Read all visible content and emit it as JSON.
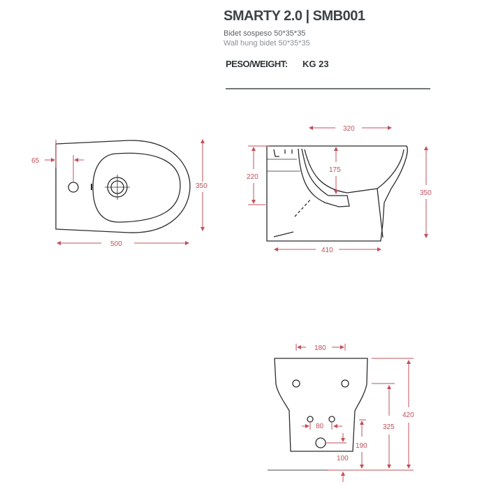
{
  "header": {
    "title": "SMARTY 2.0  | SMB001",
    "subtitle_it": "Bidet sospeso  50*35*35",
    "subtitle_en": "Wall hung bidet   50*35*35",
    "weight_label": "PESO/WEIGHT:",
    "weight_value": "KG 23"
  },
  "colors": {
    "outline": "#2b2b2b",
    "dimension": "#c0505a",
    "title": "#3d4346"
  },
  "views": {
    "top": {
      "dims": {
        "length": "500",
        "width": "350",
        "hole_offset": "65"
      }
    },
    "side": {
      "dims": {
        "top_length": "320",
        "base_length": "410",
        "height": "350",
        "mount_height": "220",
        "bowl_depth": "175"
      }
    },
    "rear": {
      "dims": {
        "top_span": "180",
        "total_height": "420",
        "upper_holes_height": "325",
        "lower_holes_spacing": "80",
        "drain_height": "190",
        "drain_offset": "100"
      }
    }
  }
}
